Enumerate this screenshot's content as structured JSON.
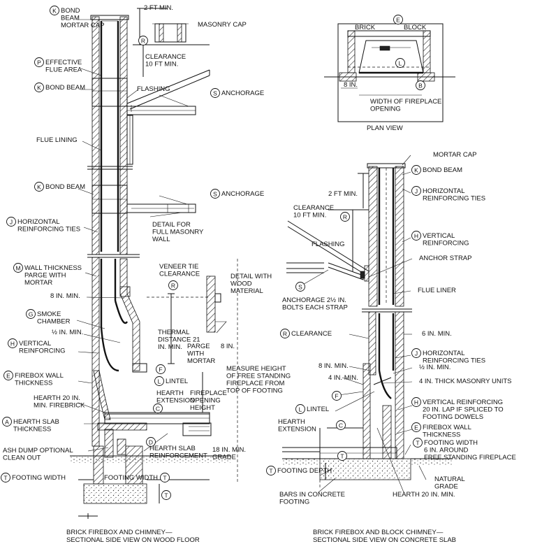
{
  "left_section": {
    "caption_line1": "BRICK FIREBOX AND CHIMNEY—",
    "caption_line2": "SECTIONAL SIDE VIEW ON WOOD FLOOR",
    "labels": [
      {
        "key": "K",
        "lines": [
          "BOND",
          "BEAM",
          "MORTAR CAP"
        ]
      },
      {
        "key": "",
        "lines": [
          "2 FT MIN."
        ]
      },
      {
        "key": "",
        "lines": [
          "MASONRY CAP"
        ]
      },
      {
        "key": "R",
        "lines": [
          ""
        ]
      },
      {
        "key": "P",
        "lines": [
          "EFFECTIVE",
          "FLUE AREA"
        ]
      },
      {
        "key": "",
        "lines": [
          "CLEARANCE",
          "10 FT MIN."
        ]
      },
      {
        "key": "K",
        "lines": [
          "BOND BEAM"
        ]
      },
      {
        "key": "",
        "lines": [
          "FLASHING"
        ]
      },
      {
        "key": "S",
        "lines": [
          "ANCHORAGE"
        ]
      },
      {
        "key": "",
        "lines": [
          "FLUE LINING"
        ]
      },
      {
        "key": "K",
        "lines": [
          "BOND BEAM"
        ]
      },
      {
        "key": "S",
        "lines": [
          "ANCHORAGE"
        ]
      },
      {
        "key": "J",
        "lines": [
          "HORIZONTAL",
          "REINFORCING TIES"
        ]
      },
      {
        "key": "",
        "lines": [
          "DETAIL FOR",
          "FULL MASONRY",
          "WALL"
        ]
      },
      {
        "key": "M",
        "lines": [
          "WALL THICKNESS",
          "PARGE WITH",
          "MORTAR"
        ]
      },
      {
        "key": "",
        "lines": [
          "VENEER TIE",
          "CLEARANCE"
        ]
      },
      {
        "key": "R",
        "lines": [
          ""
        ]
      },
      {
        "key": "",
        "lines": [
          "DETAIL WITH",
          "WOOD",
          "MATERIAL"
        ]
      },
      {
        "key": "",
        "lines": [
          "8 IN. MIN."
        ]
      },
      {
        "key": "G",
        "lines": [
          "SMOKE",
          "CHAMBER"
        ]
      },
      {
        "key": "",
        "lines": [
          "½ IN. MIN."
        ]
      },
      {
        "key": "",
        "lines": [
          "THERMAL",
          "DISTANCE 21",
          "IN. MIN."
        ]
      },
      {
        "key": "",
        "lines": [
          "PARGE",
          "WITH",
          "MORTAR"
        ]
      },
      {
        "key": "",
        "lines": [
          "8 IN."
        ]
      },
      {
        "key": "H",
        "lines": [
          "VERTICAL",
          "REINFORCING"
        ]
      },
      {
        "key": "",
        "lines": [
          "MEASURE HEIGHT",
          "OF FREE STANDING",
          "FIREPLACE FROM",
          "TOP OF FOOTING"
        ]
      },
      {
        "key": "F",
        "lines": [
          ""
        ]
      },
      {
        "key": "E",
        "lines": [
          "FIREBOX WALL",
          "THICKNESS"
        ]
      },
      {
        "key": "L",
        "lines": [
          "LINTEL"
        ]
      },
      {
        "key": "",
        "lines": [
          "HEARTH",
          "EXTENSION"
        ]
      },
      {
        "key": "",
        "lines": [
          "FIREPLACE",
          "OPENING",
          "HEIGHT"
        ]
      },
      {
        "key": "",
        "lines": [
          "HEARTH 20 IN.",
          "MIN. FIREBRICK"
        ]
      },
      {
        "key": "C",
        "lines": [
          ""
        ]
      },
      {
        "key": "A",
        "lines": [
          "HEARTH SLAB",
          "THICKNESS"
        ]
      },
      {
        "key": "D",
        "lines": [
          ""
        ]
      },
      {
        "key": "",
        "lines": [
          "HEARTH SLAB",
          "REINFORCEMENT"
        ]
      },
      {
        "key": "",
        "lines": [
          "18 IN. MIN.",
          "GRADE"
        ]
      },
      {
        "key": "",
        "lines": [
          "ASH DUMP OPTIONAL",
          "CLEAN OUT"
        ]
      },
      {
        "key": "T",
        "lines": [
          "FOOTING WIDTH"
        ]
      },
      {
        "key": "T",
        "lines": [
          "FOOTING WIDTH"
        ]
      },
      {
        "key": "T",
        "lines": [
          ""
        ]
      }
    ]
  },
  "plan_view": {
    "title": "PLAN VIEW",
    "labels": [
      {
        "key": "",
        "lines": [
          "BRICK"
        ]
      },
      {
        "key": "E",
        "lines": [
          ""
        ]
      },
      {
        "key": "",
        "lines": [
          "BLOCK"
        ]
      },
      {
        "key": "L",
        "lines": [
          ""
        ]
      },
      {
        "key": "",
        "lines": [
          "8 IN."
        ]
      },
      {
        "key": "B",
        "lines": [
          ""
        ]
      },
      {
        "key": "",
        "lines": [
          "WIDTH OF FIREPLACE",
          "OPENING"
        ]
      }
    ]
  },
  "right_section": {
    "caption_line1": "BRICK FIREBOX AND BLOCK CHIMNEY—",
    "caption_line2": "SECTIONAL SIDE VIEW ON CONCRETE SLAB",
    "labels": [
      {
        "key": "",
        "lines": [
          "MORTAR CAP"
        ]
      },
      {
        "key": "K",
        "lines": [
          "BOND BEAM"
        ]
      },
      {
        "key": "J",
        "lines": [
          "HORIZONTAL",
          "REINFORCING TIES"
        ]
      },
      {
        "key": "",
        "lines": [
          "2 FT MIN."
        ]
      },
      {
        "key": "",
        "lines": [
          "CLEARANCE",
          "10 FT MIN."
        ]
      },
      {
        "key": "R",
        "lines": [
          ""
        ]
      },
      {
        "key": "H",
        "lines": [
          "VERTICAL",
          "REINFORCING"
        ]
      },
      {
        "key": "",
        "lines": [
          "FLASHING"
        ]
      },
      {
        "key": "",
        "lines": [
          "ANCHOR STRAP"
        ]
      },
      {
        "key": "S",
        "lines": [
          ""
        ]
      },
      {
        "key": "",
        "lines": [
          "ANCHORAGE 2½ IN.",
          "BOLTS EACH STRAP"
        ]
      },
      {
        "key": "",
        "lines": [
          "FLUE LINER"
        ]
      },
      {
        "key": "R",
        "lines": [
          "CLEARANCE"
        ]
      },
      {
        "key": "",
        "lines": [
          "6 IN. MIN."
        ]
      },
      {
        "key": "J",
        "lines": [
          "HORIZONTAL",
          "REINFORCING TIES"
        ]
      },
      {
        "key": "",
        "lines": [
          "8 IN. MIN."
        ]
      },
      {
        "key": "",
        "lines": [
          "½ IN. MIN."
        ]
      },
      {
        "key": "",
        "lines": [
          "4 IN. MIN."
        ]
      },
      {
        "key": "",
        "lines": [
          "4 IN. THICK MASONRY UNITS"
        ]
      },
      {
        "key": "F",
        "lines": [
          ""
        ]
      },
      {
        "key": "L",
        "lines": [
          "LINTEL"
        ]
      },
      {
        "key": "H",
        "lines": [
          "VERTICAL REINFORCING",
          "20 IN. LAP IF SPLICED TO",
          "FOOTING DOWELS"
        ]
      },
      {
        "key": "",
        "lines": [
          "HEARTH",
          "EXTENSION"
        ]
      },
      {
        "key": "C",
        "lines": [
          ""
        ]
      },
      {
        "key": "E",
        "lines": [
          "FIREBOX WALL",
          "THICKNESS"
        ]
      },
      {
        "key": "T",
        "lines": [
          ""
        ]
      },
      {
        "key": "T",
        "lines": [
          "FOOTING WIDTH",
          "6 IN. AROUND",
          "FREE STANDING FIREPLACE"
        ]
      },
      {
        "key": "T",
        "lines": [
          "FOOTING DEPTH"
        ]
      },
      {
        "key": "",
        "lines": [
          "NATURAL",
          "GRADE"
        ]
      },
      {
        "key": "",
        "lines": [
          "BARS IN CONCRETE",
          "FOOTING"
        ]
      },
      {
        "key": "",
        "lines": [
          "HEARTH 20 IN. MIN."
        ]
      }
    ]
  }
}
